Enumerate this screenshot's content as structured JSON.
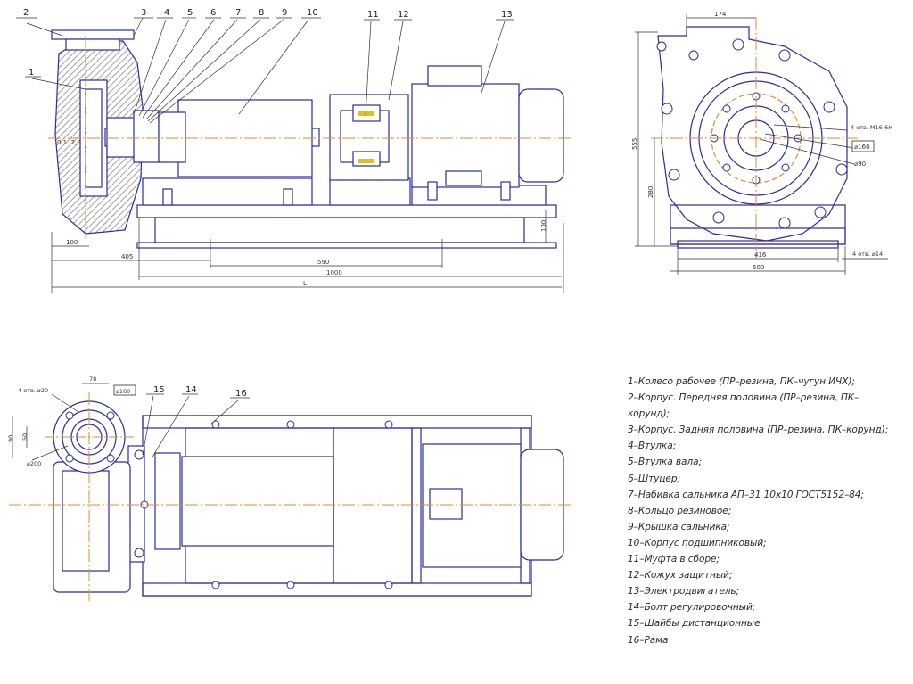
{
  "callouts": {
    "c1": "1",
    "c2": "2",
    "c3": "3",
    "c4": "4",
    "c5": "5",
    "c6": "6",
    "c7": "7",
    "c8": "8",
    "c9": "9",
    "c10": "10",
    "c11": "11",
    "c12": "12",
    "c13": "13",
    "c14": "14",
    "c15": "15",
    "c16": "16"
  },
  "dims_front": {
    "d100a": "100",
    "d405": "405",
    "d590": "590",
    "d1000": "1000",
    "dL": "L",
    "d100v": "100",
    "gap": "0,1..2,0"
  },
  "dims_side": {
    "d174": "174",
    "d555": "555",
    "d280": "280",
    "d416": "416",
    "d500": "500",
    "holes_m16": "4 отв. М16-6Н",
    "d160": "⌀160",
    "d90": "⌀90",
    "holes_14": "4 отв. ⌀14"
  },
  "dims_top": {
    "holes_20": "4 отв. ⌀20",
    "d78": "78",
    "d160": "⌀160",
    "d90": "90",
    "d50": "50",
    "d200": "⌀200"
  },
  "legend": [
    "1–Колесо рабочее (ПР–резина, ПК–чугун ИЧХ);",
    "2–Корпус. Передняя половина (ПР–резина, ПК–корунд);",
    "3–Корпус. Задняя половина (ПР–резина, ПК–корунд);",
    "4–Втулка;",
    "5–Втулка вала;",
    "6–Штуцер;",
    "7–Набивка сальника АП–31 10х10 ГОСТ5152–84;",
    "8–Кольцо резиновое;",
    "9–Крышка сальника;",
    "10–Корпус подшипниковый;",
    "11–Муфта в сборе;",
    "12–Кожух защитный;",
    "13–Электродвигатель;",
    "14–Болт регулировочный;",
    "15–Шайбы дистанционные",
    "16–Рама"
  ],
  "colors": {
    "line": "#2b2b9e",
    "hatch": "#9a9a9a",
    "center": "#e88a2a",
    "dim": "#333333",
    "yellow": "#e0c020"
  }
}
